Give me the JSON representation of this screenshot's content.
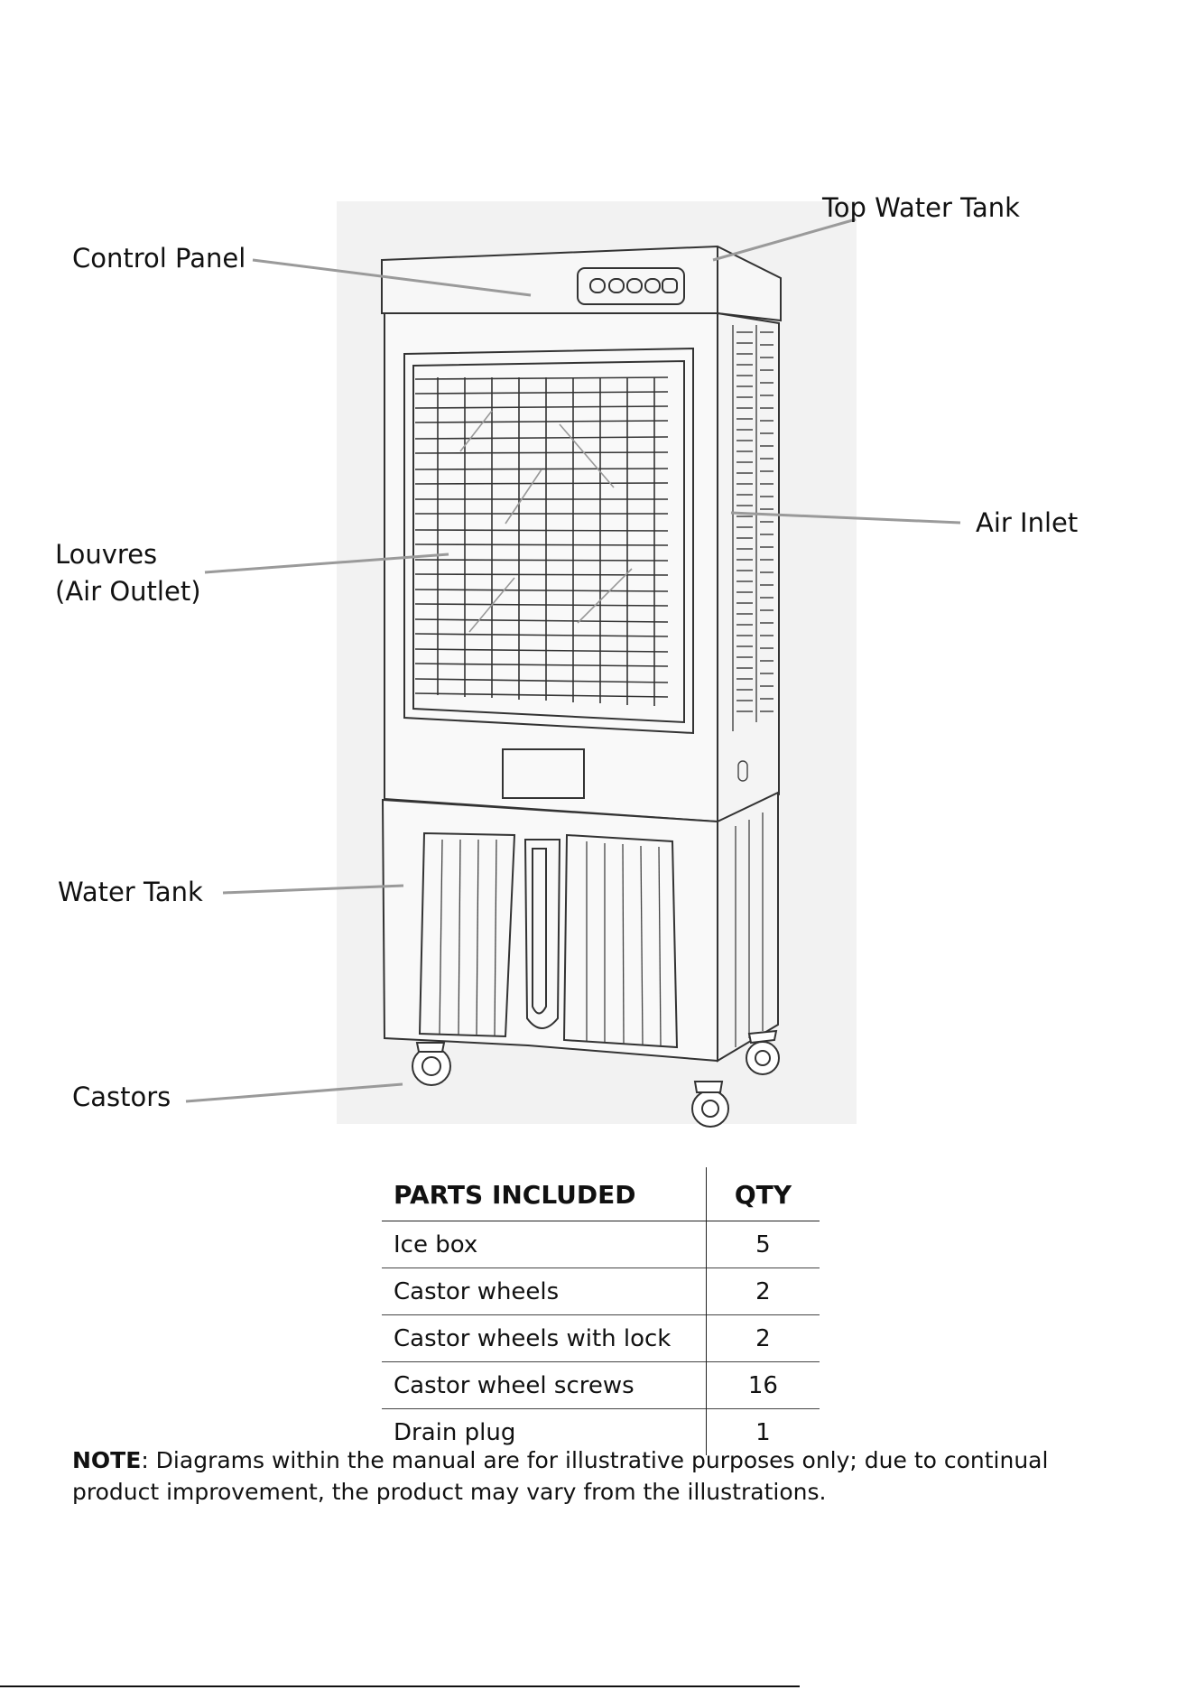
{
  "labels": {
    "top_water_tank": "Top Water Tank",
    "control_panel": "Control Panel",
    "air_inlet": "Air Inlet",
    "louvres_line1": "Louvres",
    "louvres_line2": "(Air Outlet)",
    "water_tank": "Water Tank",
    "castors": "Castors"
  },
  "parts_table": {
    "header_item": "PARTS INCLUDED",
    "header_qty": "QTY",
    "rows": [
      {
        "item": "Ice box",
        "qty": "5"
      },
      {
        "item": "Castor wheels",
        "qty": "2"
      },
      {
        "item": "Castor wheels with lock",
        "qty": "2"
      },
      {
        "item": "Castor wheel screws",
        "qty": "16"
      },
      {
        "item": "Drain plug",
        "qty": "1"
      }
    ]
  },
  "note": {
    "label": "NOTE",
    "text": ": Diagrams within the manual are for illustrative purposes only; due to continual product improvement, the product may vary from the illustrations."
  }
}
